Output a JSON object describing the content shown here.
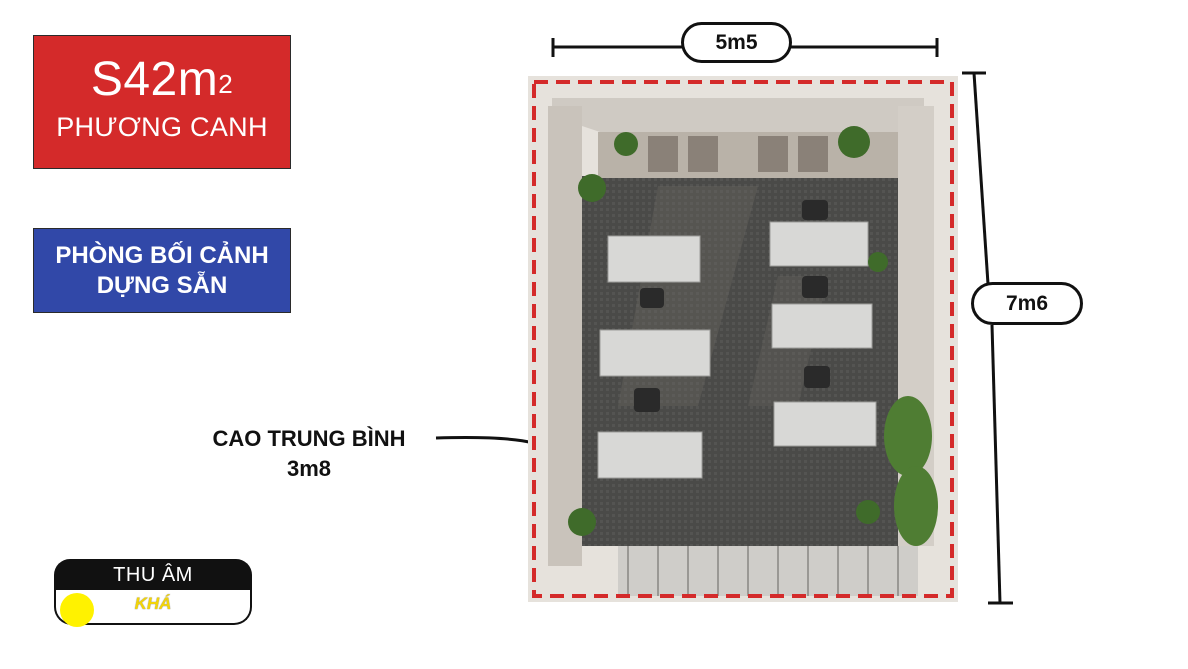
{
  "area_badge": {
    "prefix": "S42m",
    "superscript": "2",
    "subtitle": "PHƯƠNG CANH",
    "color": "#d42a2a"
  },
  "room_badge": {
    "line1": "PHÒNG BỐI CẢNH",
    "line2": "DỰNG SẴN",
    "color": "#3148a8"
  },
  "sound_badge": {
    "label": "THU ÂM",
    "value": "KHÁ",
    "dot_color": "#fff200"
  },
  "height_label": {
    "line1": "CAO TRUNG BÌNH",
    "line2": "3m8"
  },
  "dimensions": {
    "width": "5m5",
    "depth": "7m6"
  },
  "floor_plan": {
    "image": "top-down office render",
    "border_color": "#d42a2a"
  }
}
